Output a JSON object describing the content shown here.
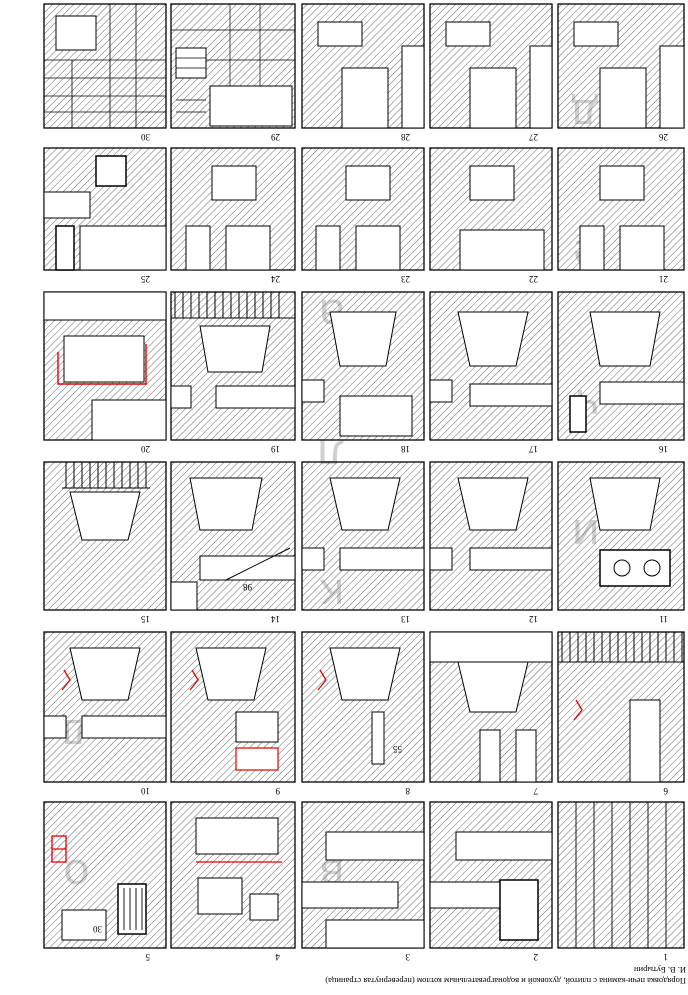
{
  "panel_numbers": {
    "p1": "1",
    "p2": "2",
    "p3": "3",
    "p4": "4",
    "p5": "5",
    "p6": "6",
    "p7": "7",
    "p8": "8",
    "p9": "9",
    "p10": "10",
    "p11": "11",
    "p12": "12",
    "p13": "13",
    "p14": "14",
    "p15": "15",
    "p16": "16",
    "p17": "17",
    "p18": "18",
    "p19": "19",
    "p20": "20",
    "p21": "21",
    "p22": "22",
    "p23": "23",
    "p24": "24",
    "p25": "25",
    "p26": "26",
    "p27": "27",
    "p28": "28",
    "p29": "29",
    "p30": "30"
  },
  "dimension_labels": {
    "d30": "30",
    "d55": "55",
    "d98": "98"
  },
  "watermark": [
    "д",
    "е",
    "ч",
    "и",
    "к",
    "л",
    "а",
    "д",
    "о",
    "в"
  ],
  "caption": {
    "line1": "Порядовка печи-камина с плитой, духовкой и водонагревательным котлом (перевернутая страница)",
    "line2": "И. В. Бутырин"
  },
  "colors": {
    "ink": "#000000",
    "hatch": "#555555",
    "accent_red": "#e00000",
    "paper": "#ffffff",
    "watermark": "#d0d0d0"
  }
}
